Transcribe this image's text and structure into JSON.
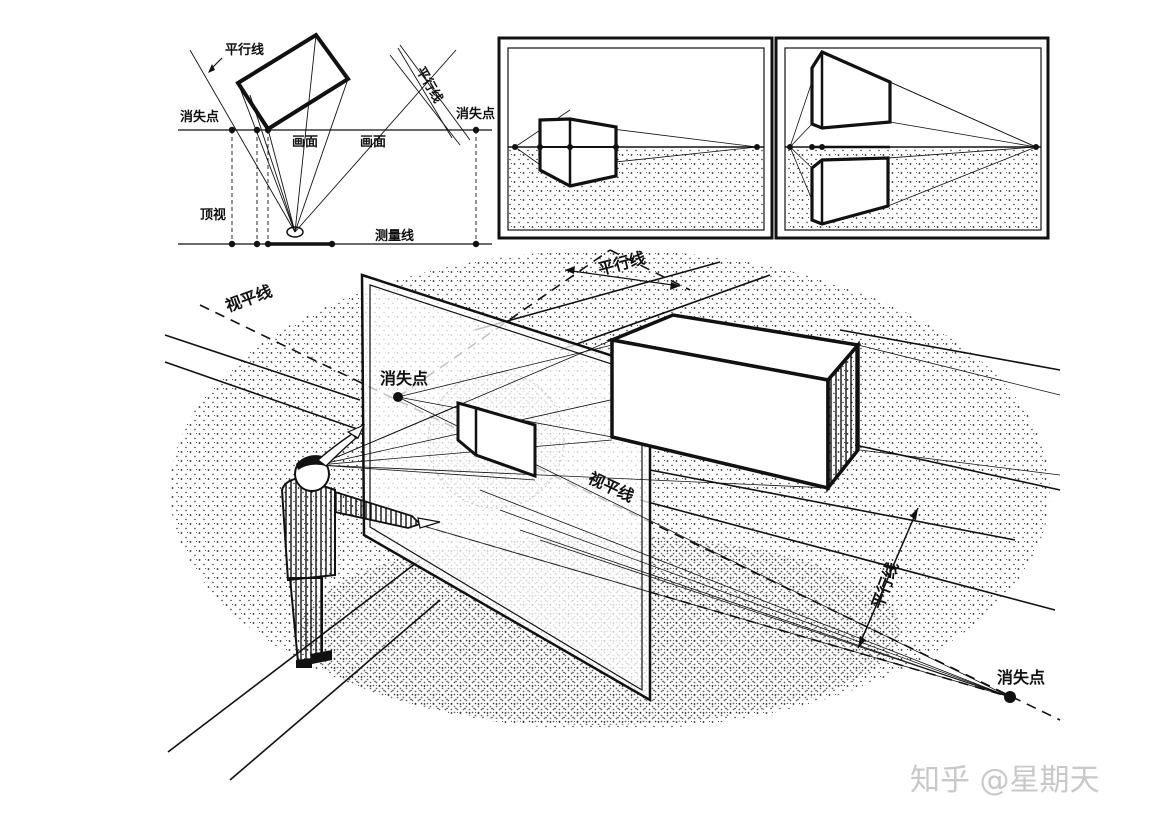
{
  "labels": {
    "topview_parallel": "平行线",
    "topview_parallel_diag": "平行线",
    "topview_vp_left": "消失点",
    "topview_vp_right": "消失点",
    "topview_picture_plane_1": "画面",
    "topview_picture_plane_2": "画面",
    "topview_top_view": "顶视",
    "topview_measure_line": "测量线",
    "scene_parallel_top": "平行线",
    "scene_horizon_left": "视平线",
    "scene_vp_center": "消失点",
    "scene_horizon_mid": "视平线",
    "scene_parallel_right": "平行线",
    "scene_vp_right": "消失点"
  },
  "watermark": "知乎 @星期天",
  "colors": {
    "ink": "#111111",
    "watermark": "#c8c8c8",
    "background": "#ffffff"
  }
}
